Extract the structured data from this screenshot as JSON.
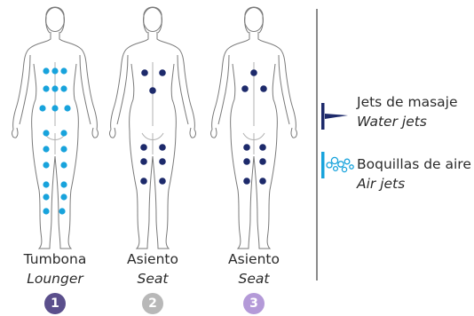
{
  "figures": [
    {
      "title": "Tumbona",
      "subtitle": "Lounger",
      "number": "1",
      "number_color": "#5b4f8c"
    },
    {
      "title": "Asiento",
      "subtitle": "Seat",
      "number": "2",
      "number_color": "#b8b8b8"
    },
    {
      "title": "Asiento",
      "subtitle": "Seat",
      "number": "3",
      "number_color": "#b49ad8"
    }
  ],
  "legend": {
    "water": {
      "label": "Jets de masaje",
      "label_en": "Water jets",
      "icon": "water-jet-icon",
      "color": "#1d2a6b"
    },
    "air": {
      "label": "Boquillas de aire",
      "label_en": "Air jets",
      "icon": "air-jet-icon",
      "color": "#18a3dc"
    }
  },
  "colors": {
    "outline": "#7a7a7a",
    "water_dot": "#1d2a6b",
    "air_dot": "#18a3dc"
  }
}
